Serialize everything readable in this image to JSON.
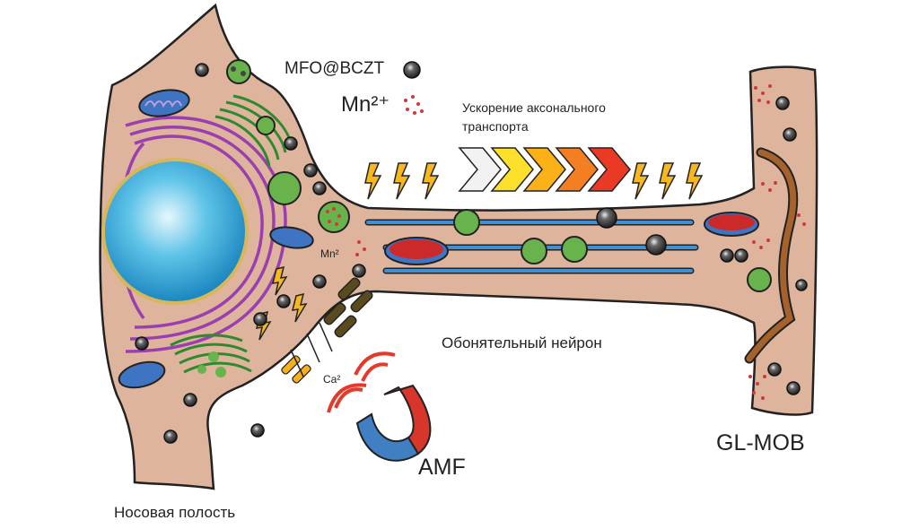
{
  "labels": {
    "nanoparticle": "MFO@BCZT",
    "mn_ion_legend": "Mn²⁺",
    "transport_line1": "Ускорение аксонального",
    "transport_line2": "транспорта",
    "mn_near_mito": "Mn²",
    "neuron": "Обонятельный нейрон",
    "calcium": "Ca²",
    "amf": "AMF",
    "target": "GL-MOB",
    "nasal_cavity": "Носовая полость"
  },
  "colors": {
    "cell_body": "#deb49c",
    "nucleus": "#2fa9d8",
    "er": "#9b3fb0",
    "golgi": "#2f8a2f",
    "vesicle": "#69b34c",
    "mitochondria_outer": "#3e74c1",
    "mitochondria_inner": "#cc2a2a",
    "microtubule": "#3f8fd2",
    "nanoparticle": "#444444",
    "mn_ion": "#d0393b",
    "glomerulus": "#a5622a",
    "magnet_red": "#d8352b",
    "magnet_blue": "#3f7fc2",
    "arrow_gradient": [
      "#f2f2f2",
      "#fde02b",
      "#fbb117",
      "#f47f22",
      "#ea3a26"
    ]
  },
  "icons": [
    "lightning-icon",
    "magnet-icon",
    "chevron-arrow-icon",
    "ion-channel-icon"
  ]
}
